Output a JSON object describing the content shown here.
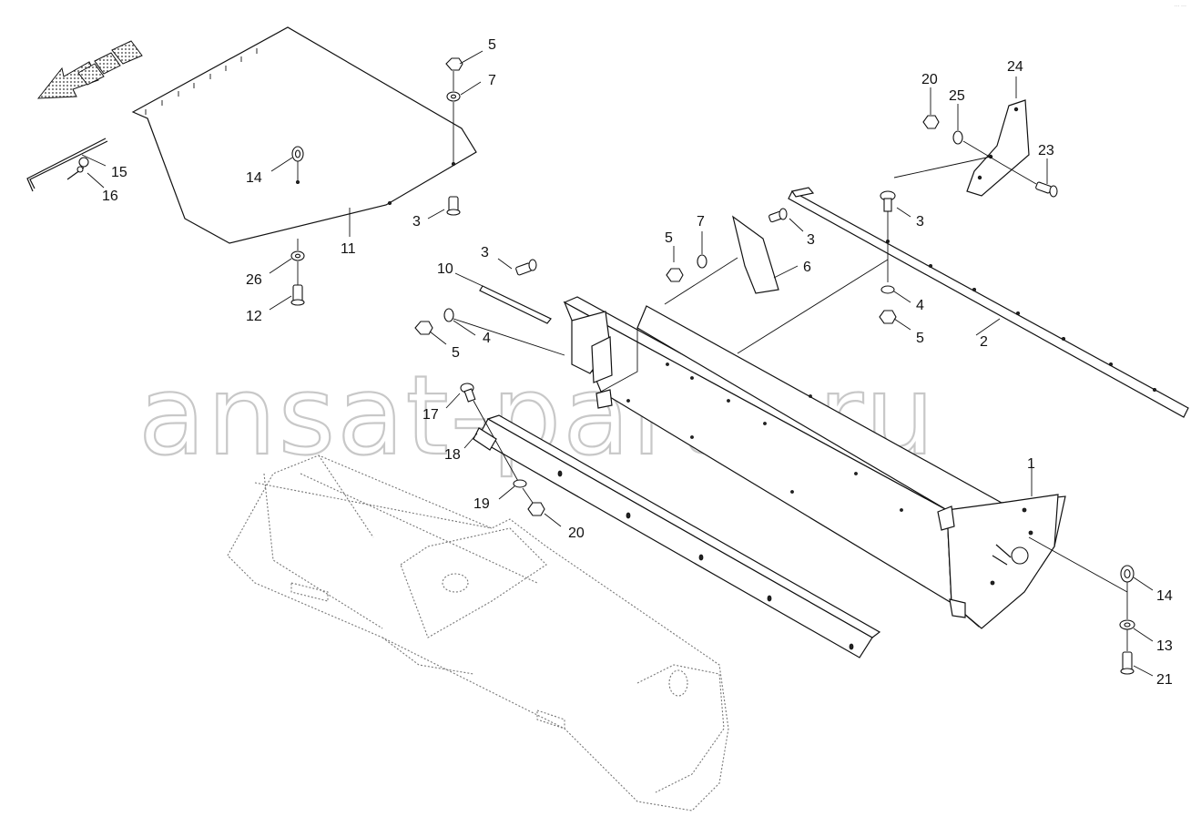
{
  "watermark": "ansat-parts.ru",
  "corner_mark": "··· ···",
  "callouts": [
    "1",
    "2",
    "3",
    "3",
    "3",
    "3",
    "4",
    "4",
    "5",
    "5",
    "5",
    "6",
    "7",
    "7",
    "10",
    "11",
    "12",
    "13",
    "14",
    "14",
    "15",
    "16",
    "17",
    "18",
    "19",
    "20",
    "20",
    "21",
    "23",
    "24",
    "25",
    "26"
  ]
}
